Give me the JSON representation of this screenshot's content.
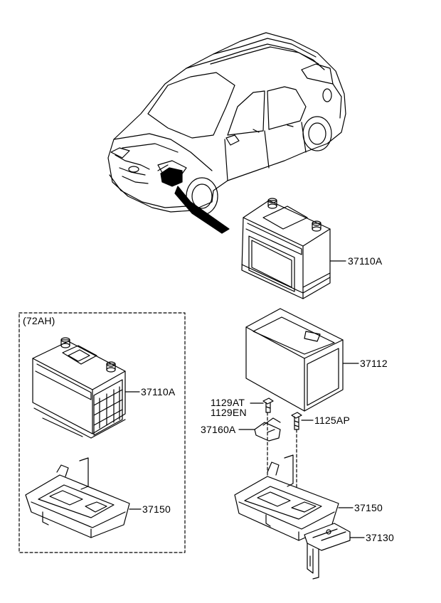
{
  "diagram": {
    "group_label": "(72AH)",
    "labels": {
      "battery_main": "37110A",
      "battery_72ah": "37110A",
      "battery_cover": "37112",
      "bolt_a": "1129AT",
      "bolt_b": "1129EN",
      "bolt_c": "1125AP",
      "bracket": "37160A",
      "tray_72ah": "37150",
      "tray_main": "37150",
      "clamp": "37130"
    }
  }
}
